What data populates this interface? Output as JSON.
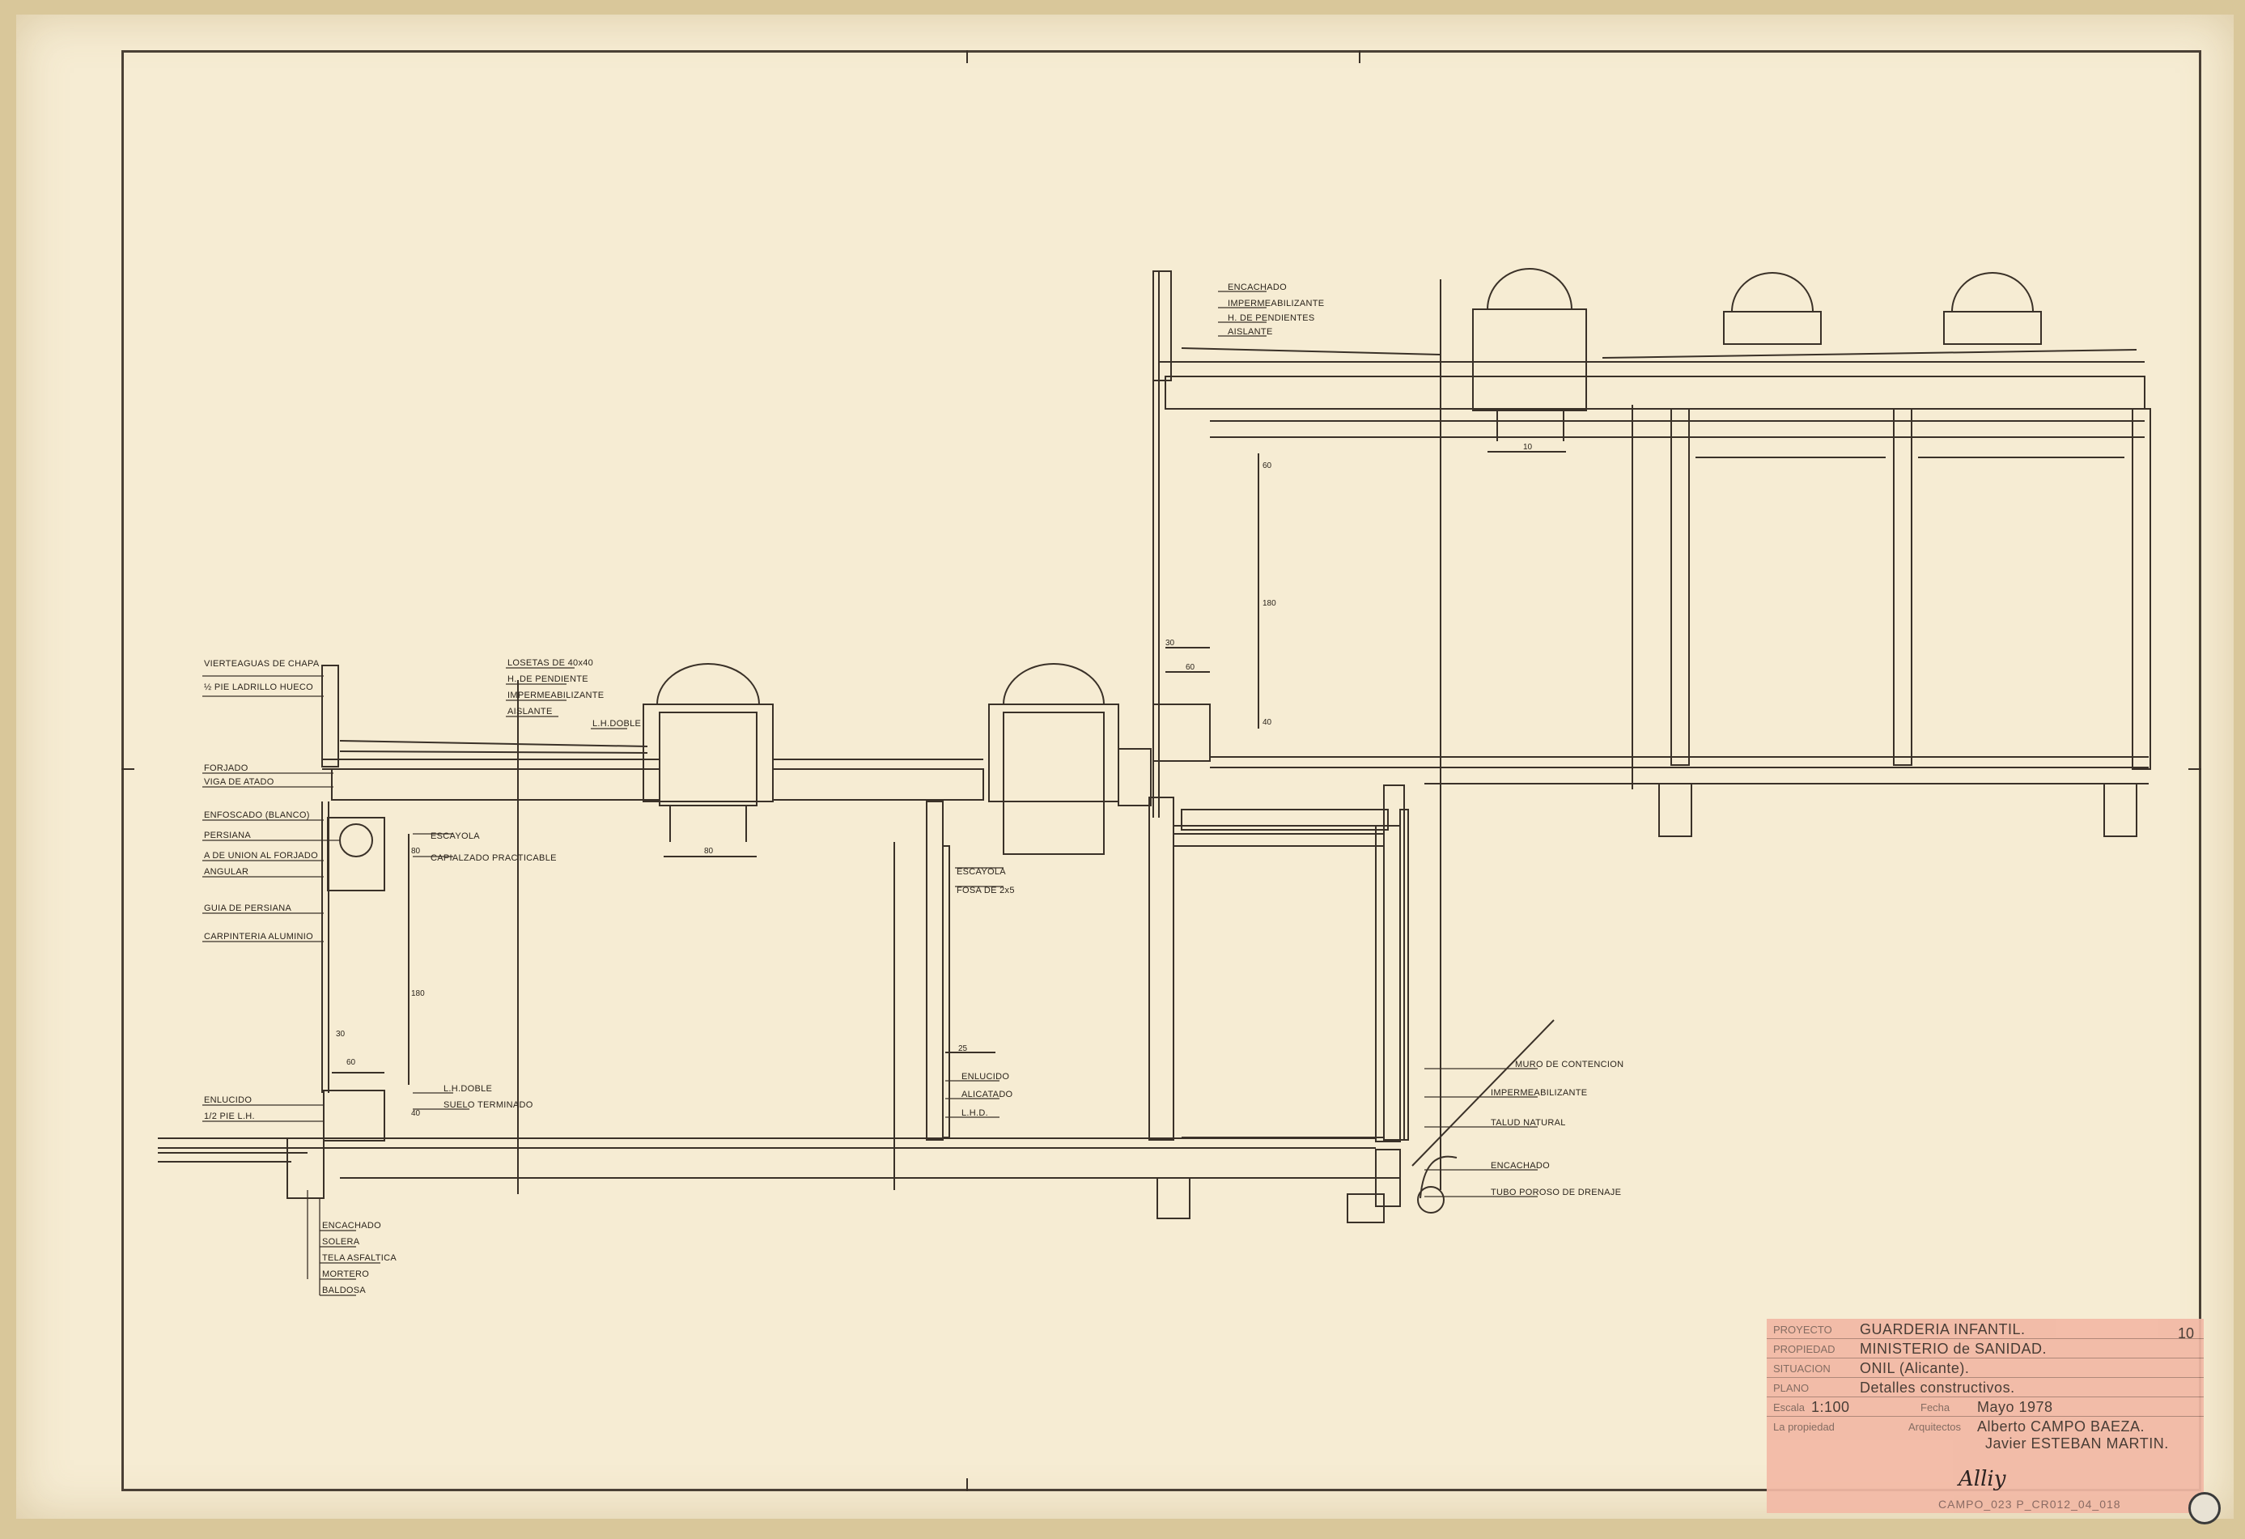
{
  "labels_left": {
    "vierteaguas": "VIERTEAGUAS DE CHAPA",
    "ladrillo": "½ PIE LADRILLO HUECO",
    "forjado": "FORJADO",
    "viga": "VIGA DE ATADO",
    "enfoscado": "ENFOSCADO (BLANCO)",
    "persiana": "PERSIANA",
    "union": "A DE UNION AL FORJADO",
    "angular": "ANGULAR",
    "guia": "GUIA DE PERSIANA",
    "carpinteria": "CARPINTERIA ALUMINIO",
    "enlucido": "ENLUCIDO",
    "medio_pie": "1/2 PIE L.H.",
    "encachado": "ENCACHADO",
    "solera": "SOLERA",
    "tela": "TELA ASFALTICA",
    "mortero": "MORTERO",
    "baldosa": "BALDOSA"
  },
  "labels_roof_low": {
    "losetas": "LOSETAS DE 40x40",
    "pendiente": "H. DE PENDIENTE",
    "impermeabilizante": "IMPERMEABILIZANTE",
    "aislante": "AISLANTE",
    "lh_doble_top": "L.H.DOBLE"
  },
  "labels_mid": {
    "escayola": "ESCAYOLA",
    "capialzado": "CAPIALZADO PRACTICABLE",
    "lh_doble": "L.H.DOBLE",
    "suelo": "SUELO TERMINADO",
    "escayola2": "ESCAYOLA",
    "fosa": "FOSA DE 2x5",
    "enlucido2": "ENLUCIDO",
    "alicatado": "ALICATADO",
    "lhd": "L.H.D."
  },
  "labels_roof_high": {
    "encachado": "ENCACHADO",
    "impermeabilizante": "IMPERMEABILIZANTE",
    "pendientes": "H. DE PENDIENTES",
    "aislante": "AISLANTE"
  },
  "labels_right": {
    "muro": "MURO DE CONTENCION",
    "impermeabilizante": "IMPERMEABILIZANTE",
    "talud": "TALUD NATURAL",
    "encachado": "ENCACHADO",
    "tubo": "TUBO POROSO DE DRENAJE"
  },
  "dimensions": {
    "d80a": "80",
    "d80b": "80",
    "d180": "180",
    "d30": "30",
    "d60": "60",
    "d40": "40",
    "d25": "25",
    "h60": "60",
    "h180": "180",
    "h30": "30",
    "h60b": "60",
    "h40": "40",
    "h10": "10"
  },
  "title_block": {
    "proyecto_k": "PROYECTO",
    "proyecto_v": "GUARDERIA INFANTIL.",
    "propiedad_k": "PROPIEDAD",
    "propiedad_v": "MINISTERIO de SANIDAD.",
    "situacion_k": "SITUACION",
    "situacion_v": "ONIL (Alicante).",
    "plano_k": "PLANO",
    "plano_v": "Detalles constructivos.",
    "escala_k": "Escala",
    "escala_v": "1:100",
    "fecha_k": "Fecha",
    "fecha_v": "Mayo 1978",
    "laprop_k": "La propiedad",
    "arq_k": "Arquitectos",
    "arq1": "Alberto CAMPO BAEZA.",
    "arq2": "Javier ESTEBAN MARTIN.",
    "numero": "10"
  },
  "signature_text": "Alliy",
  "bottom_code": "CAMPO_023 P_CR012_04_018"
}
